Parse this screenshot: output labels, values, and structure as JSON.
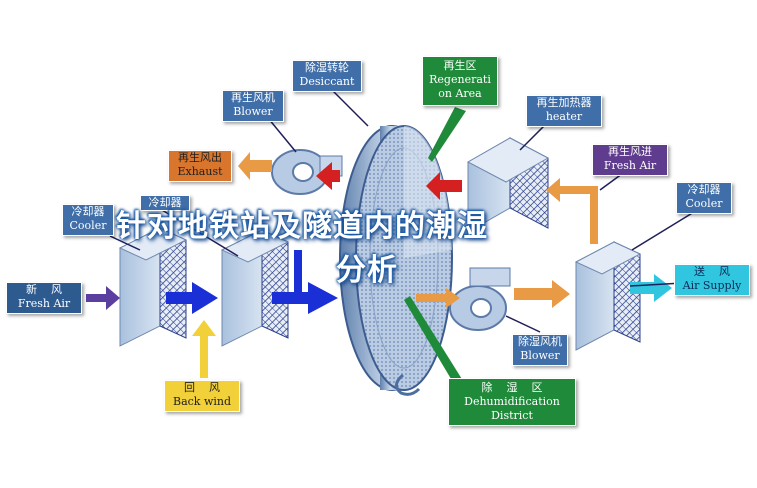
{
  "labels": {
    "desiccant": {
      "zh": "除湿转轮",
      "en": "Desiccant"
    },
    "regeneration_area": {
      "zh": "再生区",
      "en1": "Regenerati",
      "en2": "on Area"
    },
    "regen_blower": {
      "zh": "再生风机",
      "en": "Blower"
    },
    "heater": {
      "zh": "再生加热器",
      "en": "heater"
    },
    "exhaust": {
      "zh": "再生风出",
      "en": "Exhaust"
    },
    "regen_fresh_air": {
      "zh": "再生风进",
      "en": "Fresh Air"
    },
    "cooler_left": {
      "zh": "冷却器",
      "en": "Cooler"
    },
    "cooler_mid": {
      "zh": "冷却器",
      "en": ""
    },
    "cooler_right": {
      "zh": "冷却器",
      "en": "Cooler"
    },
    "fresh_air": {
      "zh": "新    风",
      "en": "Fresh Air"
    },
    "air_supply": {
      "zh": "送    风",
      "en": "Air Supply"
    },
    "back_wind": {
      "zh": "回    风",
      "en": "Back wind"
    },
    "dehum_blower": {
      "zh": "除湿风机",
      "en": "Blower"
    },
    "dehum_district": {
      "zh": "除    湿    区",
      "en1": "Dehumidification",
      "en2": "District"
    }
  },
  "title": {
    "line1": "针对地铁站及隧道内的潮湿",
    "line2": "分析"
  },
  "colors": {
    "blue_flow": "#1a2fd6",
    "orange_flow": "#e99a45",
    "red_flow": "#d42020",
    "cyan_flow": "#31c6e0",
    "yellow_flow": "#f2d03a",
    "purple_flow": "#5b3fa0",
    "green_flow": "#1f8b3a"
  }
}
